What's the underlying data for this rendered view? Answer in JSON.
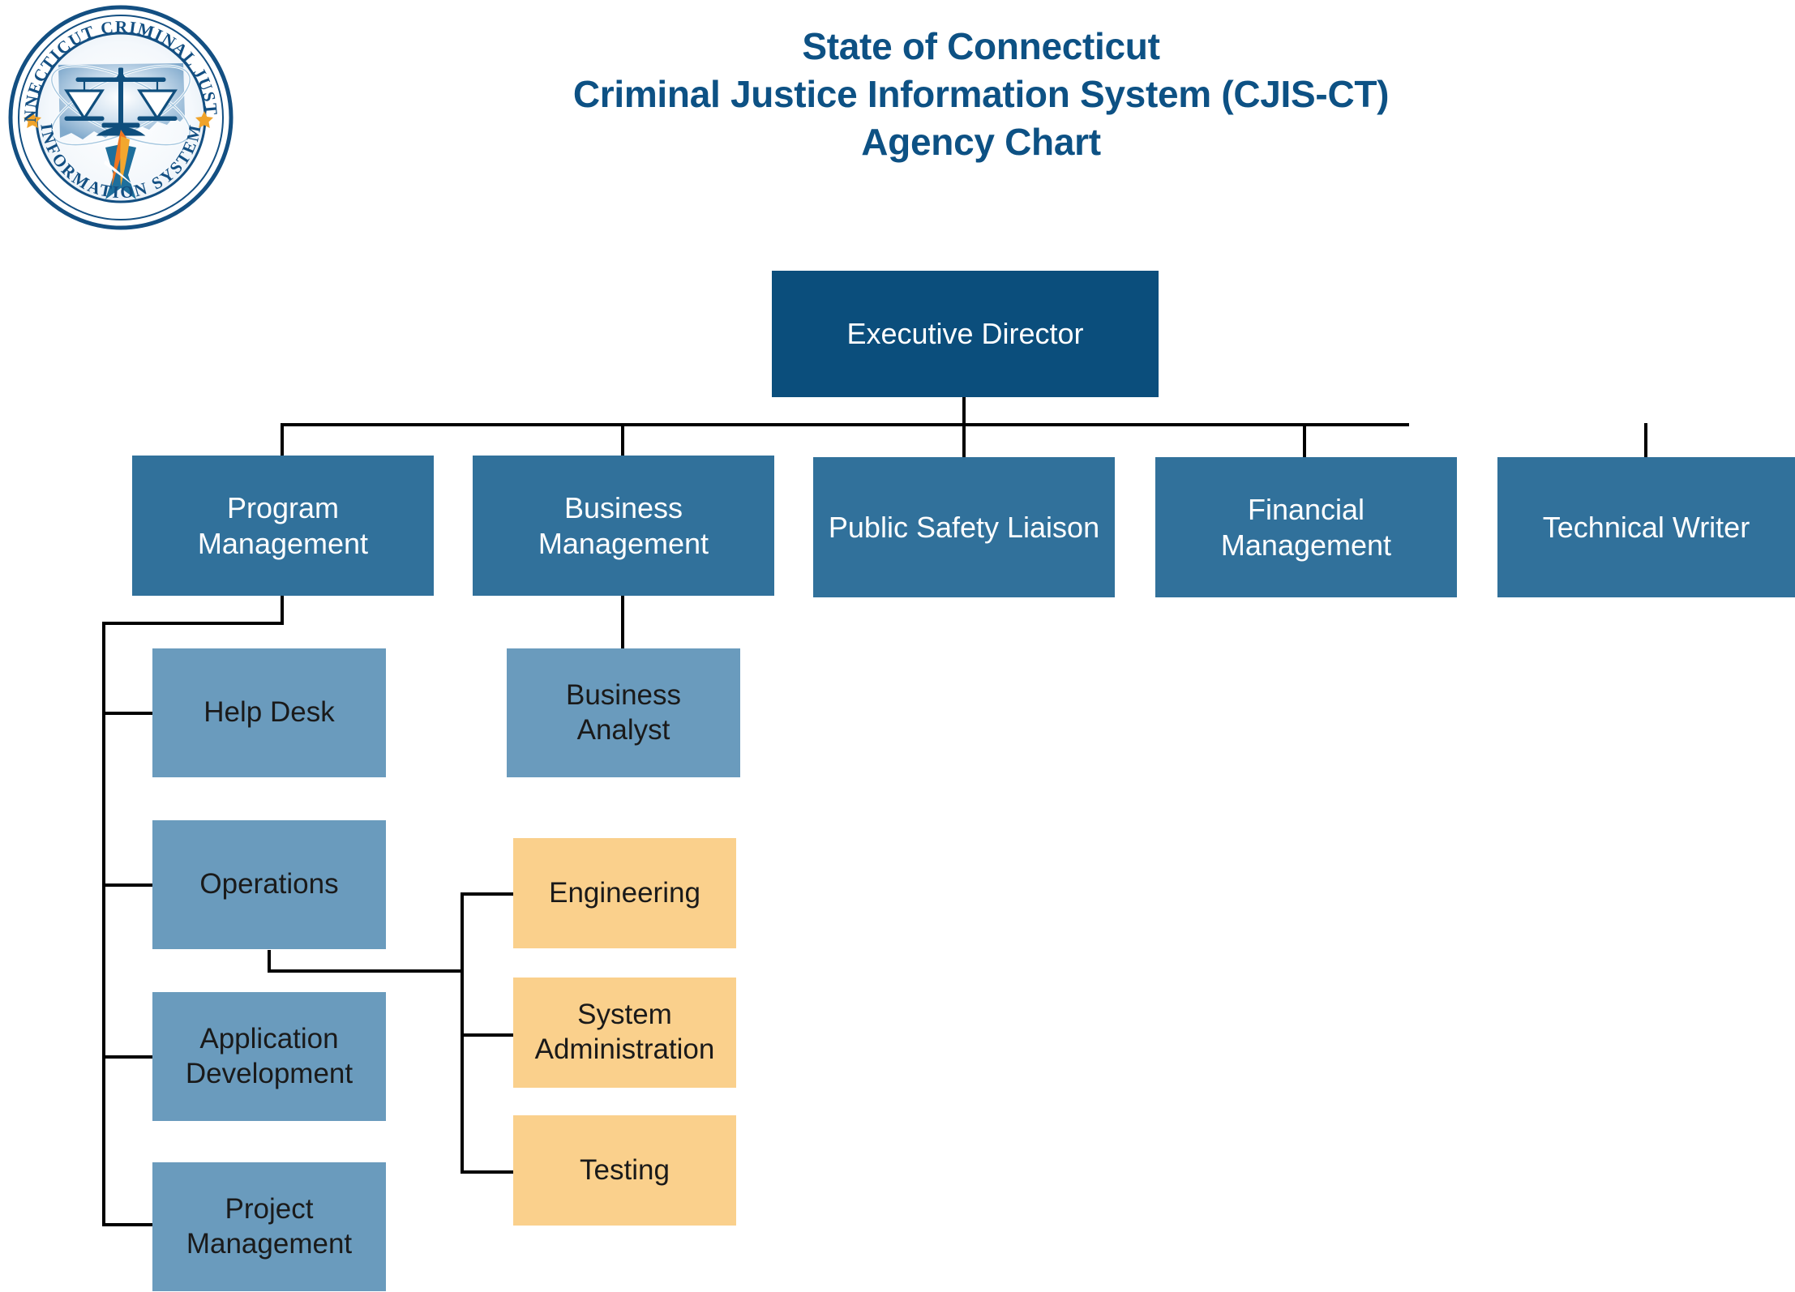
{
  "document": {
    "title_lines": [
      "State of Connecticut",
      "Criminal Justice Information System (CJIS-CT)",
      "Agency Chart"
    ],
    "title_color": "#0d5184"
  },
  "logo": {
    "name": "cjis-ct-seal",
    "outer_text_top": "CONNECTICUT CRIMINAL JUSTICE",
    "outer_text_bottom": "INFORMATION SYSTEM",
    "ring_color": "#134f82",
    "star_colors": [
      "#ef7622",
      "#f3a72e",
      "#1e6f9c"
    ],
    "accent_star_color": "#f0a32a"
  },
  "palette": {
    "executive": "#0b4e7c",
    "division": "#31719b",
    "unit": "#6a9bbd",
    "task": "#fad08c",
    "connector": "#000000",
    "page_background": "#ffffff"
  },
  "chart_data": {
    "type": "org-chart",
    "title": "State of Connecticut Criminal Justice Information System (CJIS-CT) Agency Chart",
    "levels": [
      "executive",
      "division",
      "unit",
      "task"
    ],
    "nodes": [
      {
        "id": "exec",
        "label": "Executive Director",
        "level": "executive",
        "parent": null
      },
      {
        "id": "progmgmt",
        "label": "Program Management",
        "level": "division",
        "parent": "exec"
      },
      {
        "id": "busmgmt",
        "label": "Business Management",
        "level": "division",
        "parent": "exec"
      },
      {
        "id": "psliaison",
        "label": "Public Safety Liaison",
        "level": "division",
        "parent": "exec"
      },
      {
        "id": "finmgmt",
        "label": "Financial Management",
        "level": "division",
        "parent": "exec"
      },
      {
        "id": "techwrite",
        "label": "Technical Writer",
        "level": "division",
        "parent": "exec"
      },
      {
        "id": "helpdesk",
        "label": "Help Desk",
        "level": "unit",
        "parent": "progmgmt"
      },
      {
        "id": "ops",
        "label": "Operations",
        "level": "unit",
        "parent": "progmgmt"
      },
      {
        "id": "appdev",
        "label": "Application Development",
        "level": "unit",
        "parent": "progmgmt"
      },
      {
        "id": "projmgmt",
        "label": "Project Management",
        "level": "unit",
        "parent": "progmgmt"
      },
      {
        "id": "bizanal",
        "label": "Business Analyst",
        "level": "unit",
        "parent": "busmgmt"
      },
      {
        "id": "eng",
        "label": "Engineering",
        "level": "task",
        "parent": "ops"
      },
      {
        "id": "sysadmin",
        "label": "System Administration",
        "level": "task",
        "parent": "ops"
      },
      {
        "id": "testing",
        "label": "Testing",
        "level": "task",
        "parent": "ops"
      }
    ]
  },
  "nodes": {
    "exec": {
      "label": "Executive Director"
    },
    "progmgmt": {
      "line1": "Program",
      "line2": "Management"
    },
    "busmgmt": {
      "line1": "Business",
      "line2": "Management"
    },
    "psliaison": {
      "label": "Public Safety Liaison"
    },
    "finmgmt": {
      "line1": "Financial",
      "line2": "Management"
    },
    "techwrite": {
      "label": "Technical Writer"
    },
    "helpdesk": {
      "label": "Help Desk"
    },
    "ops": {
      "label": "Operations"
    },
    "appdev": {
      "line1": "Application",
      "line2": "Development"
    },
    "projmgmt": {
      "line1": "Project",
      "line2": "Management"
    },
    "bizanal": {
      "line1": "Business",
      "line2": "Analyst"
    },
    "eng": {
      "label": "Engineering"
    },
    "sysadmin": {
      "line1": "System",
      "line2": "Administration"
    },
    "testing": {
      "label": "Testing"
    }
  }
}
